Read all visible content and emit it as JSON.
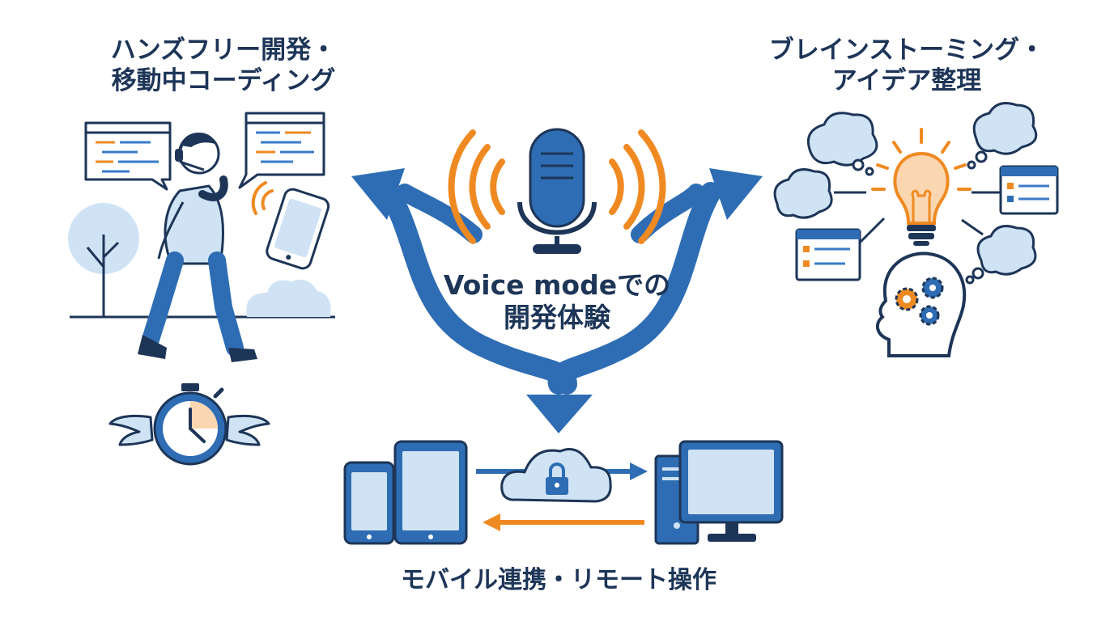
{
  "center": {
    "title_line1": "Voice modeでの",
    "title_line2": "開発体験"
  },
  "hands_free": {
    "title_line1": "ハンズフリー開発・",
    "title_line2": "移動中コーディング"
  },
  "brainstorm": {
    "title_line1": "ブレインストーミング・",
    "title_line2": "アイデア整理"
  },
  "mobile": {
    "title": "モバイル連携・リモート操作"
  },
  "colors": {
    "navy": "#1d3557",
    "blue": "#2e6db4",
    "light_blue": "#cfe3f5",
    "orange": "#ef8a22",
    "accent_blue": "#3a7bc8"
  },
  "icons": [
    "microphone-icon",
    "sound-wave-icon",
    "speech-bubble-icon",
    "smartphone-icon",
    "tree-icon",
    "cloud-icon",
    "winged-stopwatch-icon",
    "lightbulb-icon",
    "thought-cloud-icon",
    "head-gears-icon",
    "tablet-icon",
    "cloud-lock-icon",
    "desktop-computer-icon",
    "window-icon"
  ]
}
